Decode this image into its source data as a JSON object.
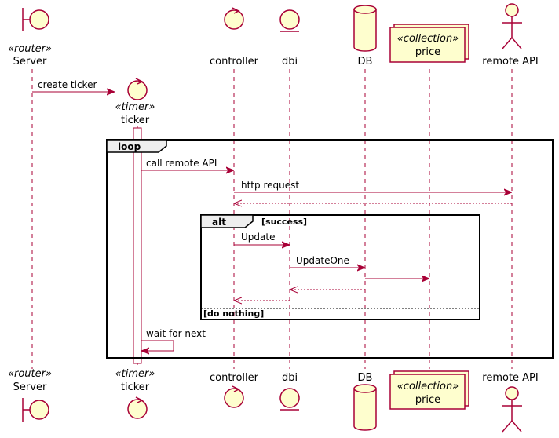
{
  "participants": {
    "server": {
      "stereotype": "«router»",
      "name": "Server"
    },
    "ticker": {
      "stereotype": "«timer»",
      "name": "ticker"
    },
    "controller": {
      "name": "controller"
    },
    "dbi": {
      "name": "dbi"
    },
    "db": {
      "name": "DB"
    },
    "price": {
      "stereotype": "«collection»",
      "name": "price"
    },
    "remote_api": {
      "name": "remote API"
    }
  },
  "messages": {
    "create_ticker": "create ticker",
    "call_remote_api": "call remote API",
    "http_request": "http request",
    "update": "Update",
    "update_one": "UpdateOne",
    "wait_for_next": "wait for next"
  },
  "fragments": {
    "loop": {
      "keyword": "loop"
    },
    "alt": {
      "keyword": "alt",
      "guard": "[success]",
      "else_guard": "[do nothing]"
    }
  },
  "colors": {
    "accent": "#A80036",
    "participant_fill": "#FEFECE"
  }
}
